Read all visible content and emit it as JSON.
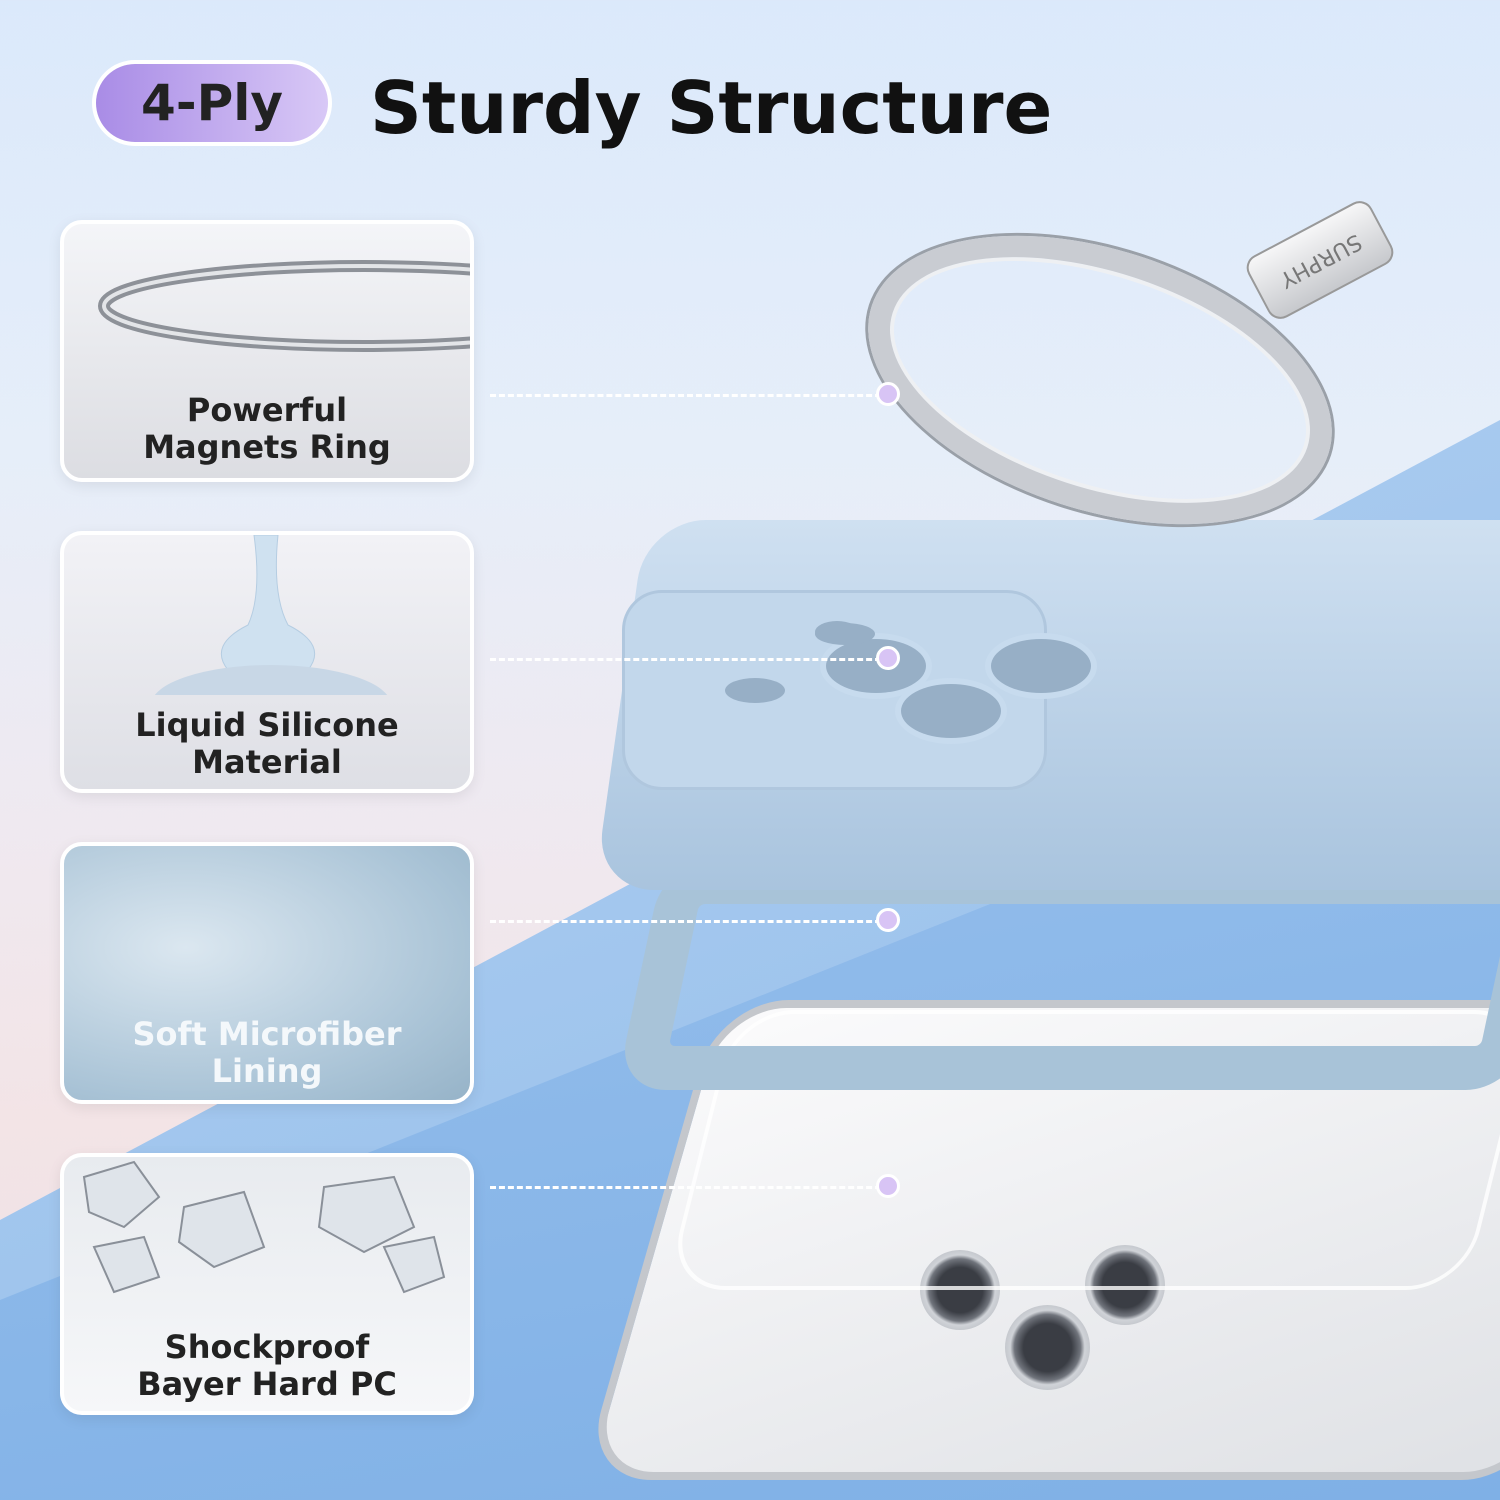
{
  "header": {
    "badge": "4-Ply",
    "title": "Sturdy Structure"
  },
  "layers": [
    {
      "label_line1": "Powerful",
      "label_line2": "Magnets Ring",
      "icon": "magnet-ring-icon"
    },
    {
      "label_line1": "Liquid Silicone",
      "label_line2": "Material",
      "icon": "silicone-drop-icon"
    },
    {
      "label_line1": "Soft Microfiber",
      "label_line2": "Lining",
      "icon": "microfiber-icon"
    },
    {
      "label_line1": "Shockproof",
      "label_line2": "Bayer Hard PC",
      "icon": "crystal-icon"
    }
  ],
  "brand": "SURPHY",
  "colors": {
    "accent": "#b89cf0",
    "case": "#c2d7eb",
    "lining": "#a8c3d8"
  }
}
